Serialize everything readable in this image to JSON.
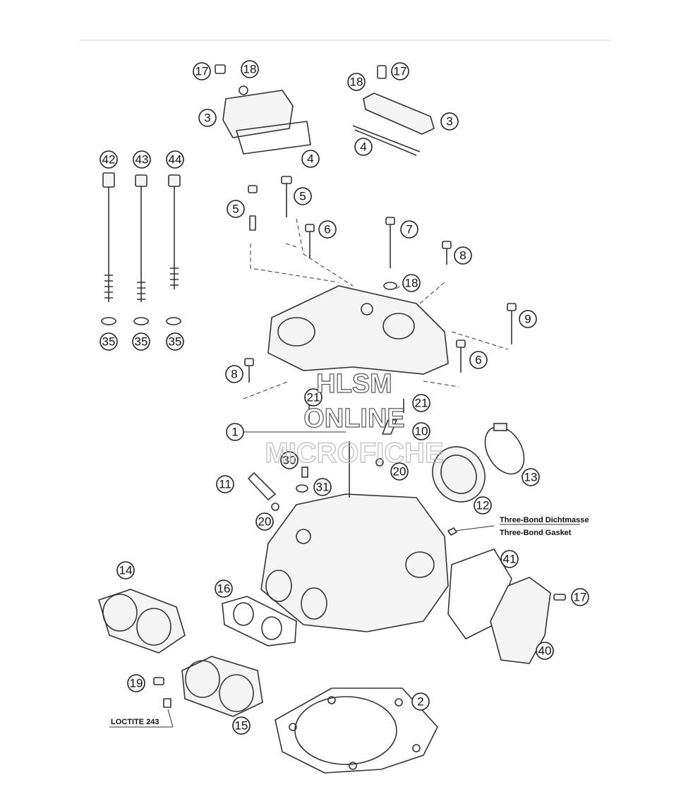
{
  "callouts": [
    {
      "id": "c1",
      "label": "17"
    },
    {
      "id": "c2",
      "label": "18"
    },
    {
      "id": "c3",
      "label": "3"
    },
    {
      "id": "c4",
      "label": "4"
    },
    {
      "id": "c5",
      "label": "18"
    },
    {
      "id": "c6",
      "label": "17"
    },
    {
      "id": "c7",
      "label": "3"
    },
    {
      "id": "c8",
      "label": "4"
    },
    {
      "id": "c9",
      "label": "42"
    },
    {
      "id": "c10",
      "label": "43"
    },
    {
      "id": "c11",
      "label": "44"
    },
    {
      "id": "c12",
      "label": "35"
    },
    {
      "id": "c13",
      "label": "35"
    },
    {
      "id": "c14",
      "label": "35"
    },
    {
      "id": "c15",
      "label": "5"
    },
    {
      "id": "c16",
      "label": "5"
    },
    {
      "id": "c17",
      "label": "6"
    },
    {
      "id": "c18",
      "label": "7"
    },
    {
      "id": "c19",
      "label": "8"
    },
    {
      "id": "c20",
      "label": "18"
    },
    {
      "id": "c21",
      "label": "9"
    },
    {
      "id": "c22",
      "label": "6"
    },
    {
      "id": "c23",
      "label": "8"
    },
    {
      "id": "c24",
      "label": "21"
    },
    {
      "id": "c25",
      "label": "21"
    },
    {
      "id": "c26",
      "label": "1"
    },
    {
      "id": "c27",
      "label": "10"
    },
    {
      "id": "c28",
      "label": "13"
    },
    {
      "id": "c29",
      "label": "30"
    },
    {
      "id": "c30",
      "label": "20"
    },
    {
      "id": "c31",
      "label": "11"
    },
    {
      "id": "c32",
      "label": "31"
    },
    {
      "id": "c33",
      "label": "12"
    },
    {
      "id": "c34",
      "label": "20"
    },
    {
      "id": "c35",
      "label": "41"
    },
    {
      "id": "c36",
      "label": "14"
    },
    {
      "id": "c37",
      "label": "16"
    },
    {
      "id": "c38",
      "label": "17"
    },
    {
      "id": "c39",
      "label": "40"
    },
    {
      "id": "c40",
      "label": "19"
    },
    {
      "id": "c41",
      "label": "2"
    },
    {
      "id": "c42",
      "label": "15"
    }
  ],
  "notes": {
    "threebond_line1": "Three-Bond Dichtmasse",
    "threebond_line2": "Three-Bond Gasket",
    "loctite": "LOCTITE 243"
  },
  "watermark": {
    "line1": "HLSM",
    "line2": "ONLINE",
    "line3": "MICROFICHE"
  }
}
